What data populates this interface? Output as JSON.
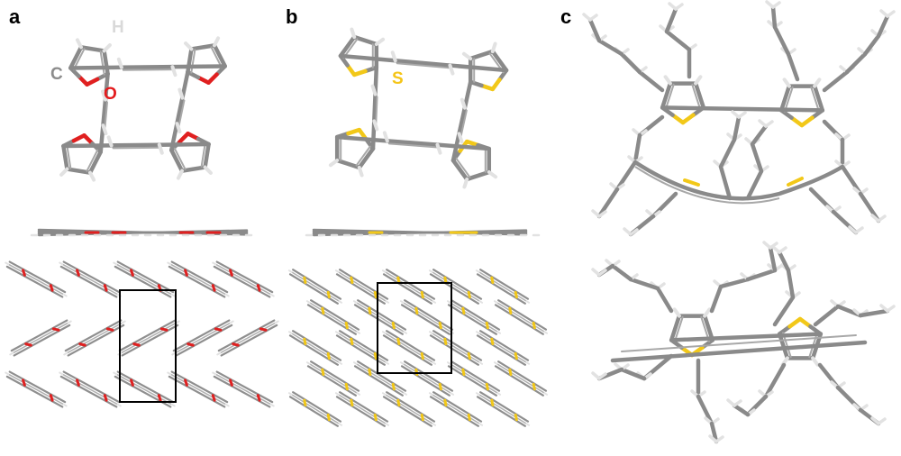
{
  "panels": [
    {
      "label": "a",
      "atom_labels": {
        "hydrogen": "H",
        "carbon": "C",
        "heteroatom": "O"
      }
    },
    {
      "label": "b",
      "atom_labels": {
        "heteroatom": "S"
      }
    },
    {
      "label": "c"
    }
  ],
  "colors": {
    "carbon": "#8a8a8a",
    "hydrogen": "#e2e2e2",
    "oxygen": "#e02020",
    "sulfur": "#f2c819",
    "label_carbon": "#8c8c8c",
    "label_hydrogen": "#d9d9d9",
    "label_oxygen": "#e31a1c",
    "label_sulfur": "#f5c518",
    "unit_cell": "#000000"
  }
}
